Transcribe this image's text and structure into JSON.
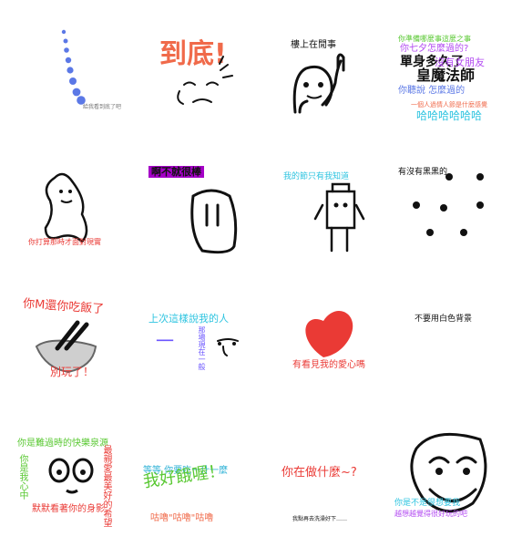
{
  "stickers": [
    {
      "id": "s1",
      "captions": {
        "small": "給我看到底了吧"
      }
    },
    {
      "id": "s2",
      "captions": {
        "main": "到底!"
      }
    },
    {
      "id": "s3",
      "captions": {
        "main": "樓上在閒事"
      }
    },
    {
      "id": "s4",
      "captions": {
        "l1": "你準備哪麼事這麼之事",
        "l2": "你七夕怎麼過的?",
        "l3": "單身多久了",
        "l4": "沒有女朋友",
        "l5": "皇魔法師",
        "l6": "你聽說 怎麼過的",
        "l7": "一個人過情人節是什麼感覺",
        "l8": "哈哈哈哈哈哈"
      }
    },
    {
      "id": "s5",
      "captions": {
        "main": "你打算那時才面對現實"
      }
    },
    {
      "id": "s6",
      "captions": {
        "main": "啊不就很棒"
      }
    },
    {
      "id": "s7",
      "captions": {
        "main": "我的節只有我知道"
      }
    },
    {
      "id": "s8",
      "captions": {
        "main": "有沒有黑黑的"
      }
    },
    {
      "id": "s9",
      "captions": {
        "top": "你M還你吃飯了",
        "bottom": "別玩了！"
      }
    },
    {
      "id": "s10",
      "captions": {
        "top": "上次這樣說我的人",
        "left": "一",
        "right": "那場現在一般"
      }
    },
    {
      "id": "s11",
      "captions": {
        "main": "有看見我的愛心嗎"
      }
    },
    {
      "id": "s12",
      "captions": {
        "main": "不要用白色背景"
      }
    },
    {
      "id": "s13",
      "captions": {
        "top": "你是難過時的快樂泉源",
        "left": "你是我心中",
        "right": "最親愛最美好的希望",
        "bottom": "默默看著你的身影"
      }
    },
    {
      "id": "s14",
      "captions": {
        "top": "等等 你要吃一什一麼",
        "big": "我好餓喔！",
        "bottom": "咕嚕\"咕嚕\"咕嚕"
      }
    },
    {
      "id": "s15",
      "captions": {
        "main": "你在做什麼~?",
        "small": "我點再去洗澡好下……"
      }
    },
    {
      "id": "s16",
      "captions": {
        "main": "你是不是很想要我",
        "small": "越想越覺得很好玩的吧"
      }
    }
  ],
  "colors": {
    "orange": "#f06a4a",
    "black": "#111111",
    "blue": "#5b78e6",
    "green": "#59c832",
    "purple": "#b34cf2",
    "cyan": "#2ec4e0",
    "teal": "#2fb2d6",
    "red": "#ea3a35",
    "yellow": "#f2c200",
    "magenta": "#a500c7",
    "gray": "#777777"
  }
}
